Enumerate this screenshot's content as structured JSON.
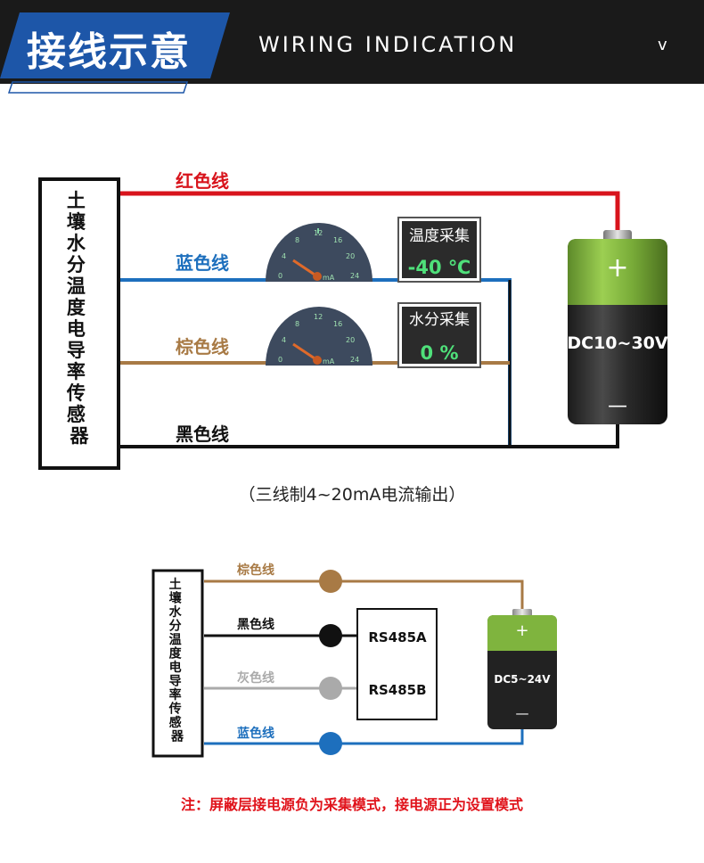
{
  "header": {
    "title_cn": "接线示意",
    "title_en": "WIRING INDICATION",
    "chevron": "v",
    "colors": {
      "bar": "#1a1a1a",
      "accent": "#1d56a8"
    }
  },
  "diagram1": {
    "sensor_chars": [
      "土",
      "壤",
      "水",
      "分",
      "温",
      "度",
      "电",
      "导",
      "率",
      "传",
      "感",
      "器"
    ],
    "wires": {
      "red": {
        "label": "红色线",
        "color": "#d8141c"
      },
      "blue": {
        "label": "蓝色线",
        "color": "#1d6fbd"
      },
      "brown": {
        "label": "棕色线",
        "color": "#a87a45"
      },
      "black": {
        "label": "黑色线",
        "color": "#111111"
      }
    },
    "gauge_ticks": [
      "0",
      "4",
      "8",
      "12",
      "16",
      "20",
      "24"
    ],
    "gauge_unit": "mA",
    "display1": {
      "title": "温度采集",
      "value": "-40 ℃"
    },
    "display2": {
      "title": "水分采集",
      "value": "0 %"
    },
    "battery": {
      "label": "DC10~30V",
      "plus": "+",
      "minus": "—"
    },
    "caption": "（三线制4~20mA电流输出）"
  },
  "diagram2": {
    "sensor_chars": [
      "土",
      "壤",
      "水",
      "分",
      "温",
      "度",
      "电",
      "导",
      "率",
      "传",
      "感",
      "器"
    ],
    "wires": {
      "brown": {
        "label": "棕色线",
        "color": "#a87a45"
      },
      "black": {
        "label": "黑色线",
        "color": "#111111"
      },
      "gray": {
        "label": "灰色线",
        "color": "#aaaaaa"
      },
      "blue": {
        "label": "蓝色线",
        "color": "#1d6fbd"
      }
    },
    "rs485a": "RS485A",
    "rs485b": "RS485B",
    "battery": {
      "label": "DC5~24V",
      "plus": "+",
      "minus": "—"
    }
  },
  "note": "注：屏蔽层接电源负为采集模式，接电源正为设置模式"
}
